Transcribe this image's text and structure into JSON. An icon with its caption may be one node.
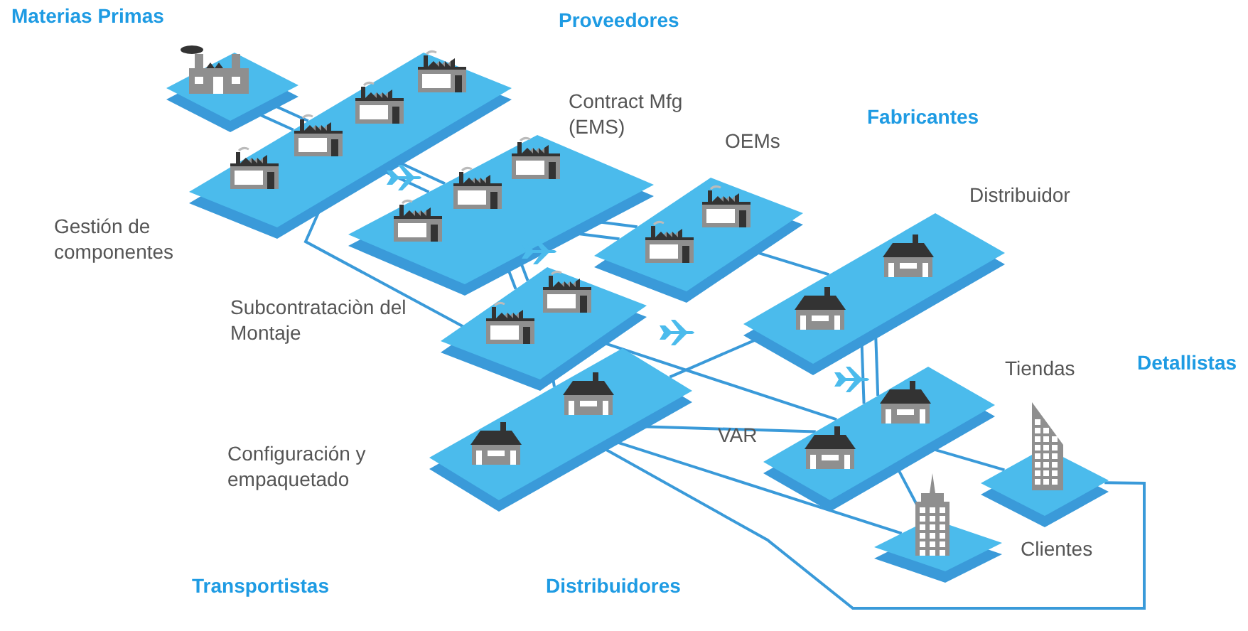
{
  "diagram": {
    "nodes": [
      {
        "text": [],
        "shape": "box"
      },
      {
        "text": [
          "Gestión de componentes"
        ]
      },
      {
        "text": [
          "Contract Mfg (EMS)"
        ]
      },
      {
        "text": [
          "OEMs"
        ]
      },
      {
        "text": [
          "Subcontrataciòn del Montaje"
        ]
      },
      {
        "text": [
          "Distribuidor"
        ]
      },
      {
        "text": [
          "Configuración y empaquetado"
        ]
      },
      {
        "text": [
          "VAR"
        ]
      },
      {
        "text": [
          "Tiendas"
        ]
      },
      {
        "text": [
          "Clientes"
        ]
      }
    ],
    "edges": [
      {
        "from": 0,
        "to": 1,
        "arrow": "none"
      },
      {
        "from": 0,
        "to": 1,
        "arrow": "none"
      },
      {
        "from": 1,
        "to": 2,
        "arrow": "none"
      },
      {
        "from": 1,
        "to": 2,
        "arrow": "none"
      },
      {
        "from": 1,
        "to": 4,
        "arrow": "none"
      },
      {
        "from": 2,
        "to": 3,
        "arrow": "none"
      },
      {
        "from": 2,
        "to": 3,
        "arrow": "none"
      },
      {
        "from": 2,
        "to": 4,
        "arrow": "none"
      },
      {
        "from": 2,
        "to": 4,
        "arrow": "none"
      },
      {
        "from": 3,
        "to": 5,
        "arrow": "none"
      },
      {
        "from": 4,
        "to": 7,
        "arrow": "none"
      },
      {
        "from": 4,
        "to": 6,
        "arrow": "none"
      },
      {
        "from": 5,
        "to": 6,
        "arrow": "none"
      },
      {
        "from": 5,
        "to": 7,
        "arrow": "none"
      },
      {
        "from": 5,
        "to": 7,
        "arrow": "none"
      },
      {
        "from": 6,
        "to": 7,
        "arrow": "none"
      },
      {
        "from": 6,
        "to": 9,
        "arrow": "none"
      },
      {
        "from": 6,
        "to": 8,
        "arrow": "none"
      },
      {
        "from": 7,
        "to": 8,
        "arrow": "none"
      },
      {
        "from": 7,
        "to": 9,
        "arrow": "none"
      }
    ],
    "labels": [
      "Materias Primas",
      "Proveedores",
      "Fabricantes",
      "Detallistas",
      "Transportistas",
      "Distribuidores"
    ]
  }
}
